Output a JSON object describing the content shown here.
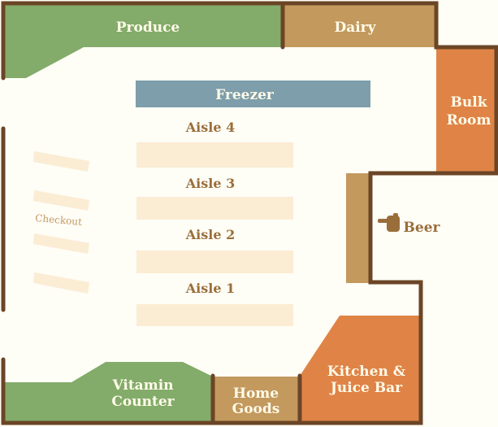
{
  "map": {
    "sections": {
      "produce": "Produce",
      "dairy": "Dairy",
      "freezer": "Freezer",
      "bulk_room": [
        "Bulk",
        "Room"
      ],
      "beer": "Beer",
      "checkout": "Checkout",
      "vitamin_counter": [
        "Vitamin",
        "Counter"
      ],
      "home_goods": [
        "Home",
        "Goods"
      ],
      "kitchen_juice_bar": [
        "Kitchen &",
        "Juice Bar"
      ]
    },
    "aisles": [
      "Aisle 4",
      "Aisle 3",
      "Aisle 2",
      "Aisle 1"
    ],
    "icons": {
      "beer_pointer": "pointing-hand-icon"
    },
    "colors": {
      "green": "#83ab69",
      "tan": "#c3995e",
      "orange": "#df8446",
      "blue": "#7d9eaa",
      "shelf": "#fbecd4",
      "wall": "#6b4526",
      "floor": "#fefdf6"
    }
  }
}
